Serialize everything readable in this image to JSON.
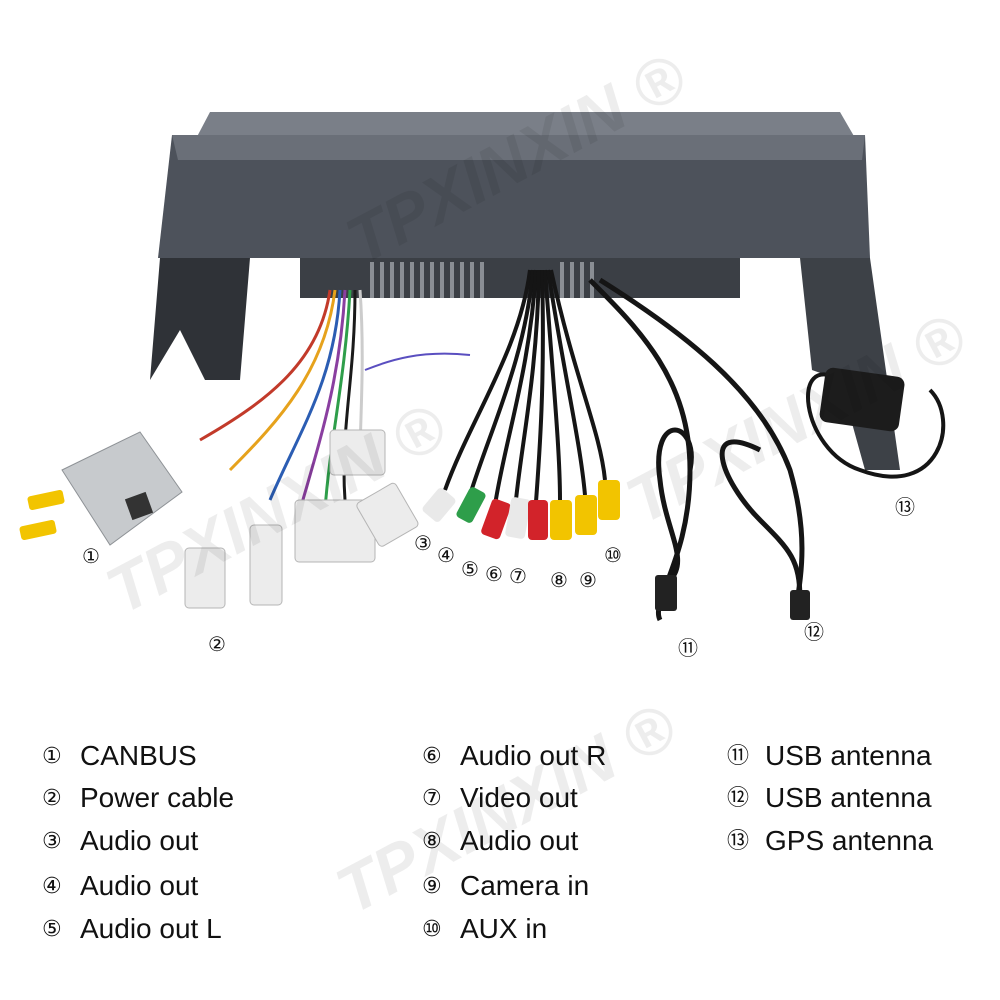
{
  "watermark": "TPXINXIN ®",
  "callouts": {
    "c1": "①",
    "c2": "②",
    "c3": "③",
    "c4": "④",
    "c5": "⑤",
    "c6": "⑥",
    "c7": "⑦",
    "c8": "⑧",
    "c9": "⑨",
    "c10": "⑩",
    "c11": "⑪",
    "c12": "⑫",
    "c13": "⑬"
  },
  "legend": [
    {
      "num": "①",
      "label": "CANBUS"
    },
    {
      "num": "②",
      "label": "Power cable"
    },
    {
      "num": "③",
      "label": "Audio out"
    },
    {
      "num": "④",
      "label": "Audio out"
    },
    {
      "num": "⑤",
      "label": "Audio out L"
    },
    {
      "num": "⑥",
      "label": "Audio out R"
    },
    {
      "num": "⑦",
      "label": "Video out"
    },
    {
      "num": "⑧",
      "label": "Audio out"
    },
    {
      "num": "⑨",
      "label": "Camera in"
    },
    {
      "num": "⑩",
      "label": "AUX in"
    },
    {
      "num": "⑪",
      "label": "USB antenna"
    },
    {
      "num": "⑫",
      "label": "USB antenna"
    },
    {
      "num": "⑬",
      "label": "GPS antenna"
    }
  ],
  "colors": {
    "housing": "#4a4f57",
    "housing_top": "#6b7079",
    "rca_yellow": "#f2c400",
    "rca_red": "#d2232a",
    "rca_white": "#e9e9e9",
    "rca_green": "#2e9e4a",
    "connector": "#ececec",
    "canbus_box": "#bfc3c6",
    "cable_black": "#151515"
  }
}
